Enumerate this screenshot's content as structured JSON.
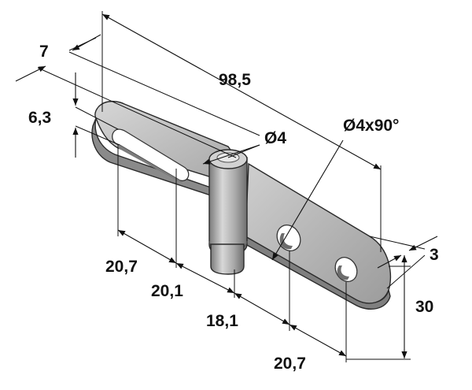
{
  "dimensions": {
    "overall_length": "98,5",
    "width": "7",
    "slot_width": "6,3",
    "pin_diameter": "Ø4",
    "countersink": "Ø4x90°",
    "thickness": "3",
    "height": "30",
    "slot_pos_1": "20,7",
    "slot_pos_2": "20,1",
    "hole_spacing": "18,1",
    "hole_pos": "20,7"
  },
  "colors": {
    "metal_top": "#c4c4c4",
    "metal_side": "#8e8e8e",
    "metal_dark": "#6f6f6f",
    "hole": "#ffffff",
    "line": "#111111"
  }
}
